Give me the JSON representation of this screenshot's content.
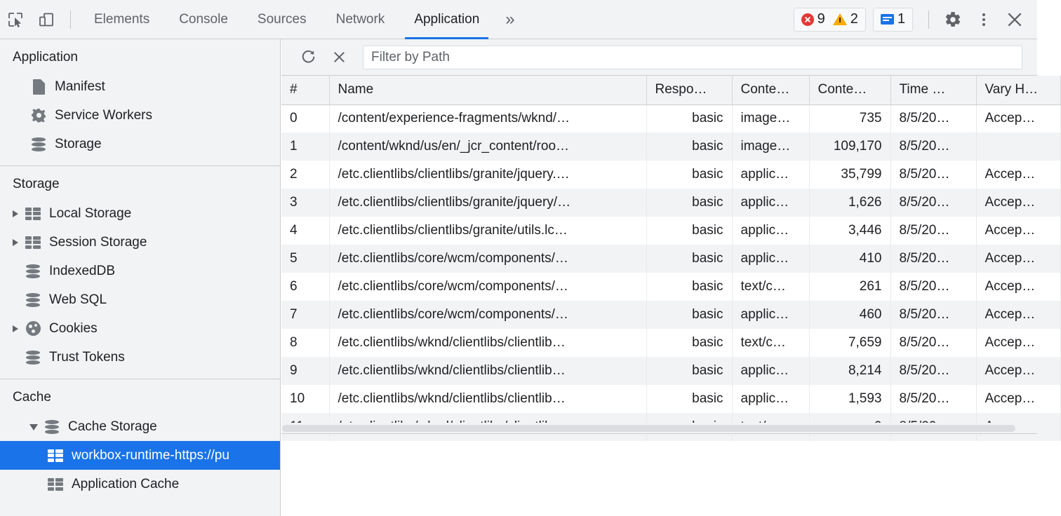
{
  "toolbar": {
    "inspect_icon": "inspect-cursor-icon",
    "device_toolbar_icon": "device-toolbar-icon",
    "tabs": [
      {
        "label": "Elements",
        "active": false
      },
      {
        "label": "Console",
        "active": false
      },
      {
        "label": "Sources",
        "active": false
      },
      {
        "label": "Network",
        "active": false
      },
      {
        "label": "Application",
        "active": true
      }
    ],
    "overflow_label": "»",
    "error_count": "9",
    "warning_count": "2",
    "message_count": "1",
    "settings_icon": "gear-icon",
    "more_icon": "kebab-menu-icon",
    "close_icon": "close-icon",
    "accent_color": "#1a73e8",
    "error_color": "#e53935",
    "warning_color": "#f9ab00"
  },
  "sidebar": {
    "groups": [
      {
        "title": "Application",
        "items": [
          {
            "label": "Manifest",
            "icon": "document-icon",
            "indent": 2,
            "triangle": "none",
            "selected": false
          },
          {
            "label": "Service Workers",
            "icon": "gear-icon",
            "indent": 2,
            "triangle": "none",
            "selected": false
          },
          {
            "label": "Storage",
            "icon": "database-icon",
            "indent": 2,
            "triangle": "none",
            "selected": false
          }
        ]
      },
      {
        "title": "Storage",
        "items": [
          {
            "label": "Local Storage",
            "icon": "table-icon",
            "indent": 1,
            "triangle": "collapsed",
            "selected": false
          },
          {
            "label": "Session Storage",
            "icon": "table-icon",
            "indent": 1,
            "triangle": "collapsed",
            "selected": false
          },
          {
            "label": "IndexedDB",
            "icon": "database-icon",
            "indent": 1,
            "triangle": "none",
            "selected": false
          },
          {
            "label": "Web SQL",
            "icon": "database-icon",
            "indent": 1,
            "triangle": "none",
            "selected": false
          },
          {
            "label": "Cookies",
            "icon": "cookie-icon",
            "indent": 1,
            "triangle": "collapsed",
            "selected": false
          },
          {
            "label": "Trust Tokens",
            "icon": "database-icon",
            "indent": 1,
            "triangle": "none",
            "selected": false
          }
        ]
      },
      {
        "title": "Cache",
        "items": [
          {
            "label": "Cache Storage",
            "icon": "database-icon",
            "indent": 1,
            "triangle": "expanded",
            "selected": false
          },
          {
            "label": "workbox-runtime-https://pu",
            "icon": "table-icon",
            "indent": 2,
            "triangle": "none",
            "selected": true
          },
          {
            "label": "Application Cache",
            "icon": "table-icon",
            "indent": 2,
            "triangle": "none",
            "selected": false
          }
        ]
      }
    ]
  },
  "cache_panel": {
    "refresh_icon": "refresh-icon",
    "delete_icon": "delete-x-icon",
    "filter_placeholder": "Filter by Path",
    "filter_value": "",
    "columns": [
      "#",
      "Name",
      "Respo…",
      "Conte…",
      "Conte…",
      "Time …",
      "Vary H…"
    ],
    "rows": [
      {
        "idx": "0",
        "name": "/content/experience-fragments/wknd/…",
        "response": "basic",
        "content_type": "image…",
        "content_length": "735",
        "time": "8/5/20…",
        "vary": "Accep…"
      },
      {
        "idx": "1",
        "name": "/content/wknd/us/en/_jcr_content/roo…",
        "response": "basic",
        "content_type": "image…",
        "content_length": "109,170",
        "time": "8/5/20…",
        "vary": ""
      },
      {
        "idx": "2",
        "name": "/etc.clientlibs/clientlibs/granite/jquery.…",
        "response": "basic",
        "content_type": "applic…",
        "content_length": "35,799",
        "time": "8/5/20…",
        "vary": "Accep…"
      },
      {
        "idx": "3",
        "name": "/etc.clientlibs/clientlibs/granite/jquery/…",
        "response": "basic",
        "content_type": "applic…",
        "content_length": "1,626",
        "time": "8/5/20…",
        "vary": "Accep…"
      },
      {
        "idx": "4",
        "name": "/etc.clientlibs/clientlibs/granite/utils.lc…",
        "response": "basic",
        "content_type": "applic…",
        "content_length": "3,446",
        "time": "8/5/20…",
        "vary": "Accep…"
      },
      {
        "idx": "5",
        "name": "/etc.clientlibs/core/wcm/components/…",
        "response": "basic",
        "content_type": "applic…",
        "content_length": "410",
        "time": "8/5/20…",
        "vary": "Accep…"
      },
      {
        "idx": "6",
        "name": "/etc.clientlibs/core/wcm/components/…",
        "response": "basic",
        "content_type": "text/c…",
        "content_length": "261",
        "time": "8/5/20…",
        "vary": "Accep…"
      },
      {
        "idx": "7",
        "name": "/etc.clientlibs/core/wcm/components/…",
        "response": "basic",
        "content_type": "applic…",
        "content_length": "460",
        "time": "8/5/20…",
        "vary": "Accep…"
      },
      {
        "idx": "8",
        "name": "/etc.clientlibs/wknd/clientlibs/clientlib…",
        "response": "basic",
        "content_type": "text/c…",
        "content_length": "7,659",
        "time": "8/5/20…",
        "vary": "Accep…"
      },
      {
        "idx": "9",
        "name": "/etc.clientlibs/wknd/clientlibs/clientlib…",
        "response": "basic",
        "content_type": "applic…",
        "content_length": "8,214",
        "time": "8/5/20…",
        "vary": "Accep…"
      },
      {
        "idx": "10",
        "name": "/etc.clientlibs/wknd/clientlibs/clientlib…",
        "response": "basic",
        "content_type": "applic…",
        "content_length": "1,593",
        "time": "8/5/20…",
        "vary": "Accep…"
      },
      {
        "idx": "11",
        "name": "/etc.clientlibs/wknd/clientlibs/clientlib…",
        "response": "basic",
        "content_type": "text/c…",
        "content_length": "0",
        "time": "8/5/20…",
        "vary": "Ac…"
      }
    ]
  }
}
